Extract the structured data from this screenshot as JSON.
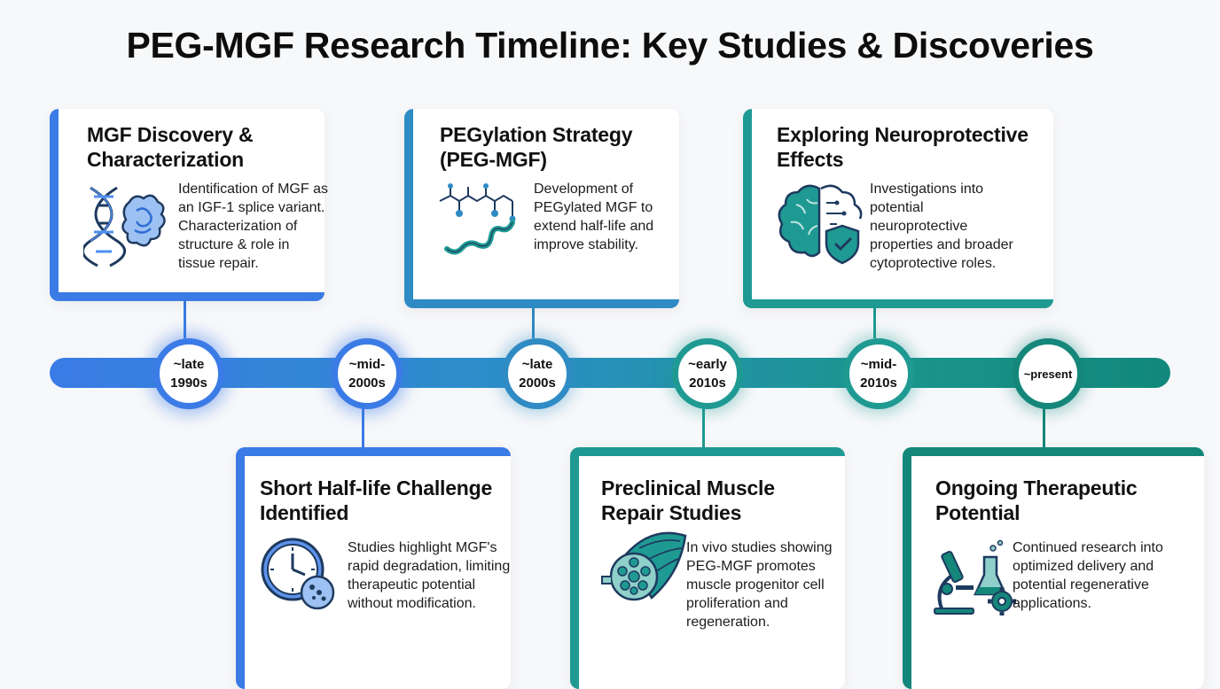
{
  "title": "PEG-MGF Research Timeline: Key Studies & Discoveries",
  "colors": {
    "blue": "#3b7be6",
    "blue_teal": "#2f8bc4",
    "teal": "#1f9a93",
    "dark_teal": "#14877a",
    "icon_navy": "#1e3a5f"
  },
  "milestones": [
    {
      "date": "~late 1990s",
      "date_lines": [
        "~late",
        "1990s"
      ],
      "title": "MGF Discovery & Characterization",
      "description": "Identification of MGF as an IGF-1 splice variant. Characterization of structure & role in tissue repair.",
      "icon": "dna-protein-icon"
    },
    {
      "date": "~mid-2000s",
      "date_lines": [
        "~mid-",
        "2000s"
      ],
      "title": "Short Half-life Challenge Identified",
      "description": "Studies highlight MGF's rapid degradation, limiting therapeutic potential without modification.",
      "icon": "clock-icon"
    },
    {
      "date": "~late 2000s",
      "date_lines": [
        "~late",
        "2000s"
      ],
      "title": "PEGylation Strategy (PEG-MGF)",
      "description": "Development of PEGylated MGF to extend half-life and improve stability.",
      "icon": "peg-molecule-icon"
    },
    {
      "date": "~early 2010s",
      "date_lines": [
        "~early",
        "2010s"
      ],
      "title": "Preclinical Muscle Repair Studies",
      "description": "In vivo studies showing PEG-MGF promotes muscle progenitor cell proliferation and regeneration.",
      "icon": "muscle-fiber-icon"
    },
    {
      "date": "~mid-2010s",
      "date_lines": [
        "~mid-",
        "2010s"
      ],
      "title": "Exploring Neuroprotective Effects",
      "description": "Investigations into potential neuroprotective properties and broader cytoprotective roles.",
      "icon": "brain-shield-icon"
    },
    {
      "date": "~present",
      "date_lines": [
        "~present"
      ],
      "title": "Ongoing Therapeutic Potential",
      "description": "Continued research into optimized delivery and potential regenerative applications.",
      "icon": "microscope-flask-icon"
    }
  ]
}
